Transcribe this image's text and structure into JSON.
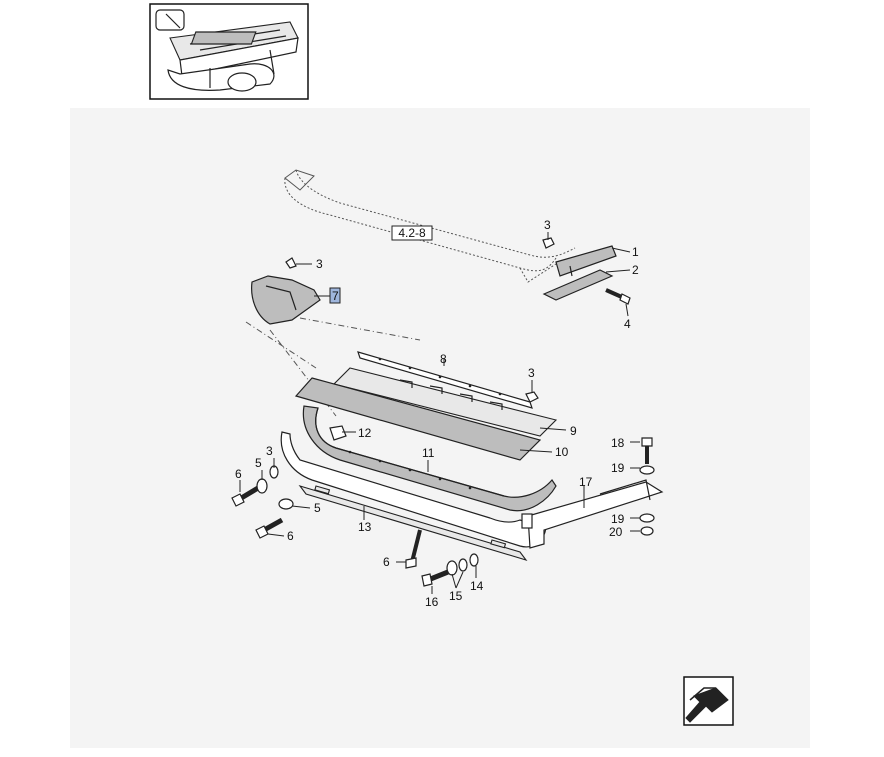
{
  "reference_box": {
    "label": "4.2-8"
  },
  "highlighted_callout": {
    "label": "7",
    "color": "#9fb6dd"
  },
  "callouts": [
    "1",
    "2",
    "3",
    "3",
    "3",
    "3",
    "4",
    "5",
    "5",
    "6",
    "6",
    "6",
    "8",
    "9",
    "10",
    "11",
    "12",
    "13",
    "14",
    "15",
    "16",
    "17",
    "18",
    "19",
    "19",
    "20"
  ],
  "icons": {
    "thumbnail": "assembly-thumbnail",
    "nav": "arrow-left-down-icon"
  }
}
